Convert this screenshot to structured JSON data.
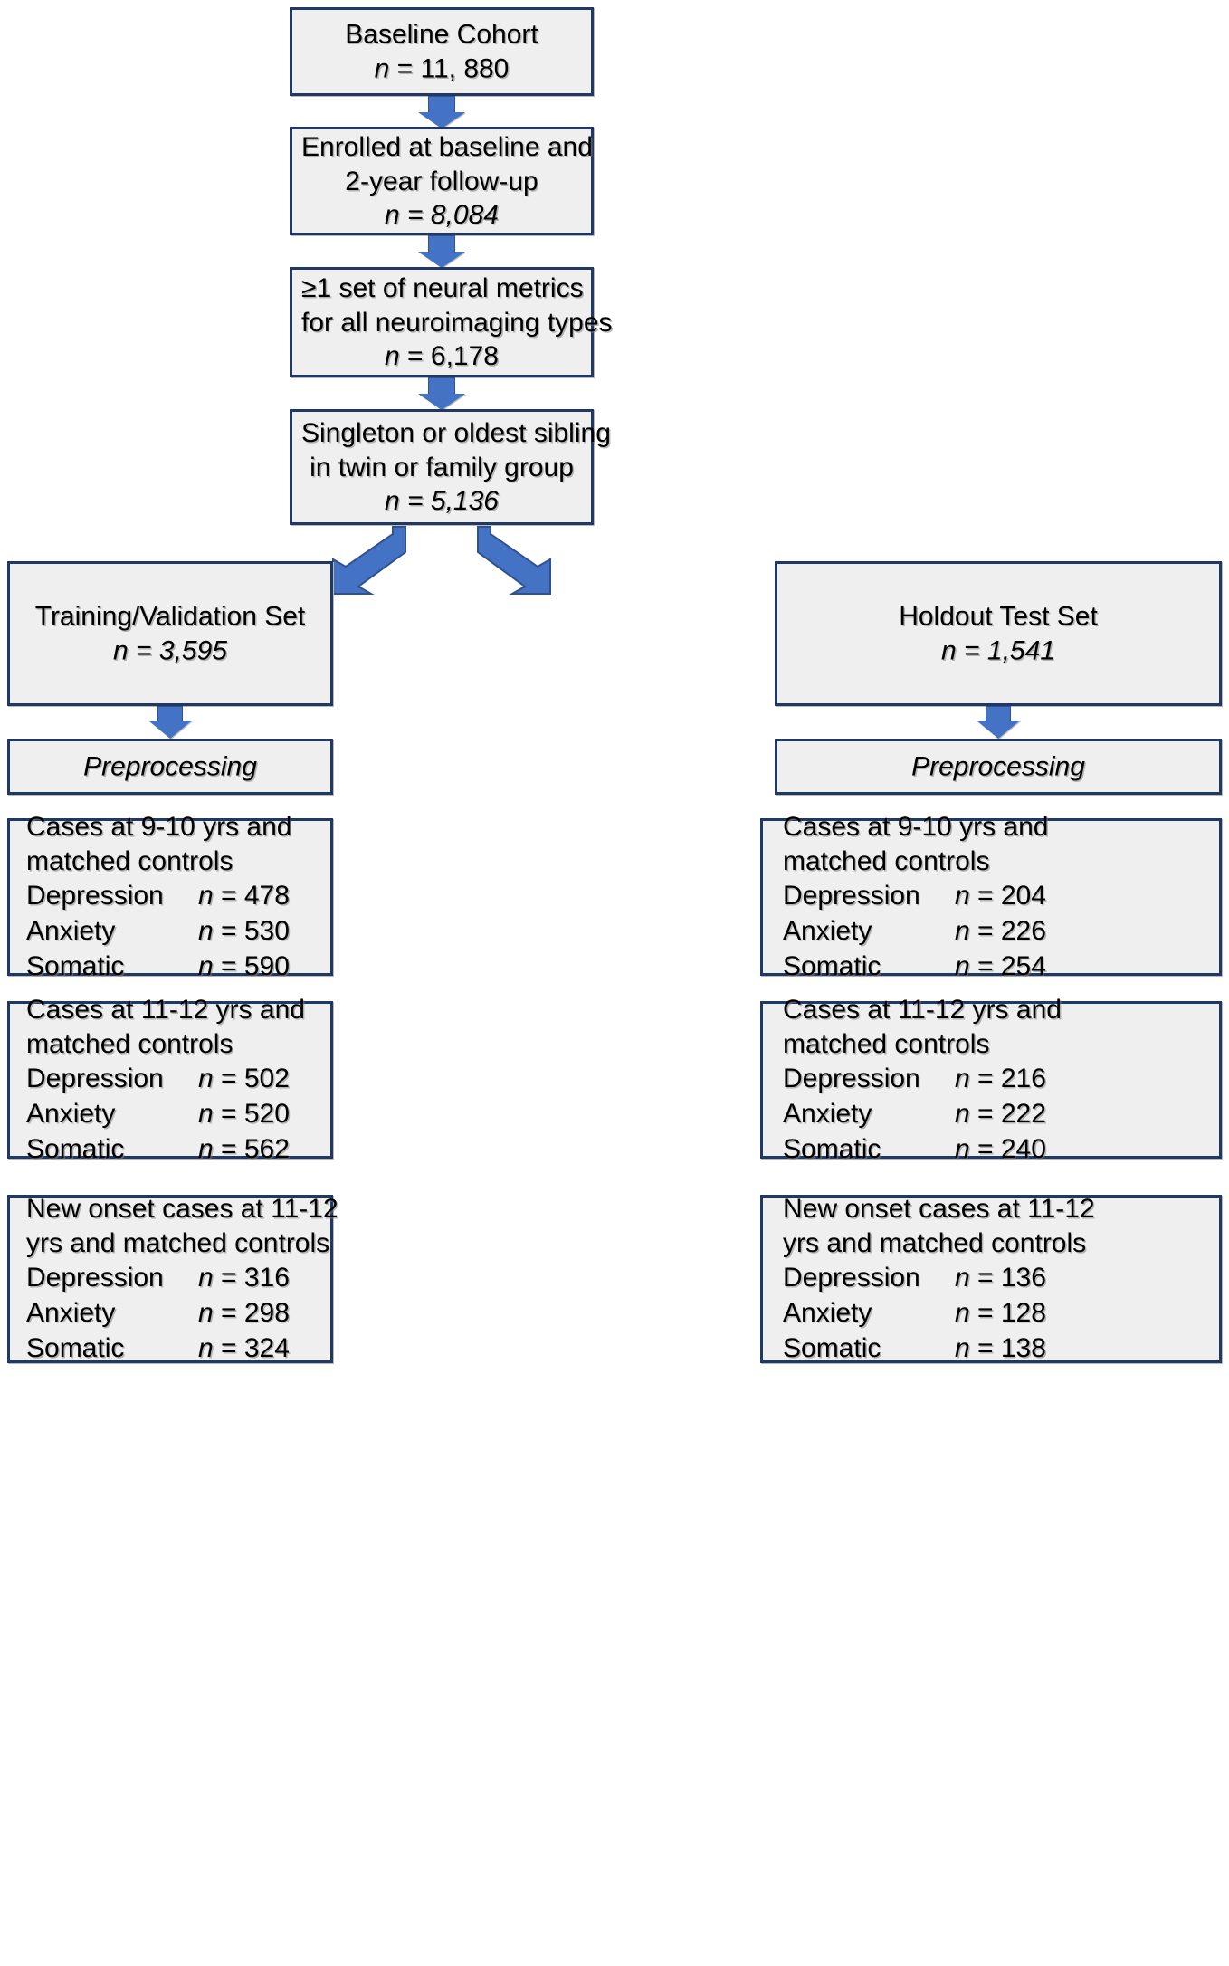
{
  "figure": {
    "type": "flowchart",
    "title": "Study sample selection flow diagram",
    "colors": {
      "box_border": "#1F3864",
      "box_fill": "#EFEFEF",
      "arrow_fill": "#4472C4",
      "arrow_border": "#2F528F",
      "text": "#000000"
    }
  },
  "nodes": {
    "baseline_cohort": {
      "line1": "Baseline Cohort",
      "n_label": "n",
      "n_eq": " = 11, 880"
    },
    "enrolled": {
      "line1": "Enrolled at baseline and",
      "line2": "2-year follow-up",
      "n_label": "n",
      "n_eq": " = 8,084"
    },
    "neural_metrics": {
      "line1": "≥1 set of neural metrics",
      "line2": "for all neuroimaging types",
      "n_label": "n",
      "n_eq": " = 6,178"
    },
    "singleton": {
      "line1": "Singleton or oldest sibling",
      "line2": "in twin or family group",
      "n_label": "n",
      "n_eq": " = 5,136"
    },
    "training_set": {
      "line1": "Training/Validation Set",
      "n_label": "n",
      "n_eq": " = 3,595"
    },
    "holdout_set": {
      "line1": "Holdout Test Set",
      "n_label": "n",
      "n_eq": " = 1,541"
    },
    "preprocessing_left": {
      "label": "Preprocessing"
    },
    "preprocessing_right": {
      "label": "Preprocessing"
    }
  },
  "case_boxes": {
    "left_9_10": {
      "line1": "Cases at 9-10 yrs and",
      "line2": "matched controls",
      "rows": [
        {
          "label": "Depression",
          "n_label": "n",
          "n_eq": " = 478"
        },
        {
          "label": "Anxiety",
          "n_label": "n",
          "n_eq": " = 530"
        },
        {
          "label": "Somatic",
          "n_label": "n",
          "n_eq": " = 590"
        }
      ]
    },
    "right_9_10": {
      "line1": "Cases at 9-10 yrs and",
      "line2": "matched controls",
      "rows": [
        {
          "label": "Depression",
          "n_label": "n",
          "n_eq": " = 204"
        },
        {
          "label": "Anxiety",
          "n_label": "n",
          "n_eq": " = 226"
        },
        {
          "label": "Somatic",
          "n_label": "n",
          "n_eq": " = 254"
        }
      ]
    },
    "left_11_12": {
      "line1": "Cases at 11-12 yrs and",
      "line2": "matched controls",
      "rows": [
        {
          "label": "Depression",
          "n_label": "n",
          "n_eq": " = 502"
        },
        {
          "label": "Anxiety",
          "n_label": "n",
          "n_eq": " = 520"
        },
        {
          "label": "Somatic",
          "n_label": "n",
          "n_eq": " = 562"
        }
      ]
    },
    "right_11_12": {
      "line1": "Cases at 11-12 yrs and",
      "line2": "matched controls",
      "rows": [
        {
          "label": "Depression",
          "n_label": "n",
          "n_eq": " = 216"
        },
        {
          "label": "Anxiety",
          "n_label": "n",
          "n_eq": " = 222"
        },
        {
          "label": "Somatic",
          "n_label": "n",
          "n_eq": " = 240"
        }
      ]
    },
    "left_new_onset": {
      "line1": "New onset cases at 11-12",
      "line2": "yrs and matched controls",
      "rows": [
        {
          "label": "Depression",
          "n_label": "n",
          "n_eq": " = 316"
        },
        {
          "label": "Anxiety",
          "n_label": "n",
          "n_eq": " = 298"
        },
        {
          "label": "Somatic",
          "n_label": "n",
          "n_eq": " = 324"
        }
      ]
    },
    "right_new_onset": {
      "line1": "New onset cases at 11-12",
      "line2": "yrs and matched controls",
      "rows": [
        {
          "label": "Depression",
          "n_label": "n",
          "n_eq": " = 136"
        },
        {
          "label": "Anxiety",
          "n_label": "n",
          "n_eq": " = 128"
        },
        {
          "label": "Somatic",
          "n_label": "n",
          "n_eq": " = 138"
        }
      ]
    }
  },
  "connectors": [
    {
      "name": "baseline-to-enrolled",
      "direction": "down"
    },
    {
      "name": "enrolled-to-neural",
      "direction": "down"
    },
    {
      "name": "neural-to-singleton",
      "direction": "down"
    },
    {
      "name": "singleton-to-training",
      "direction": "down-left"
    },
    {
      "name": "singleton-to-holdout",
      "direction": "down-right"
    },
    {
      "name": "training-to-preprocessing",
      "direction": "down"
    },
    {
      "name": "holdout-to-preprocessing",
      "direction": "down"
    }
  ]
}
